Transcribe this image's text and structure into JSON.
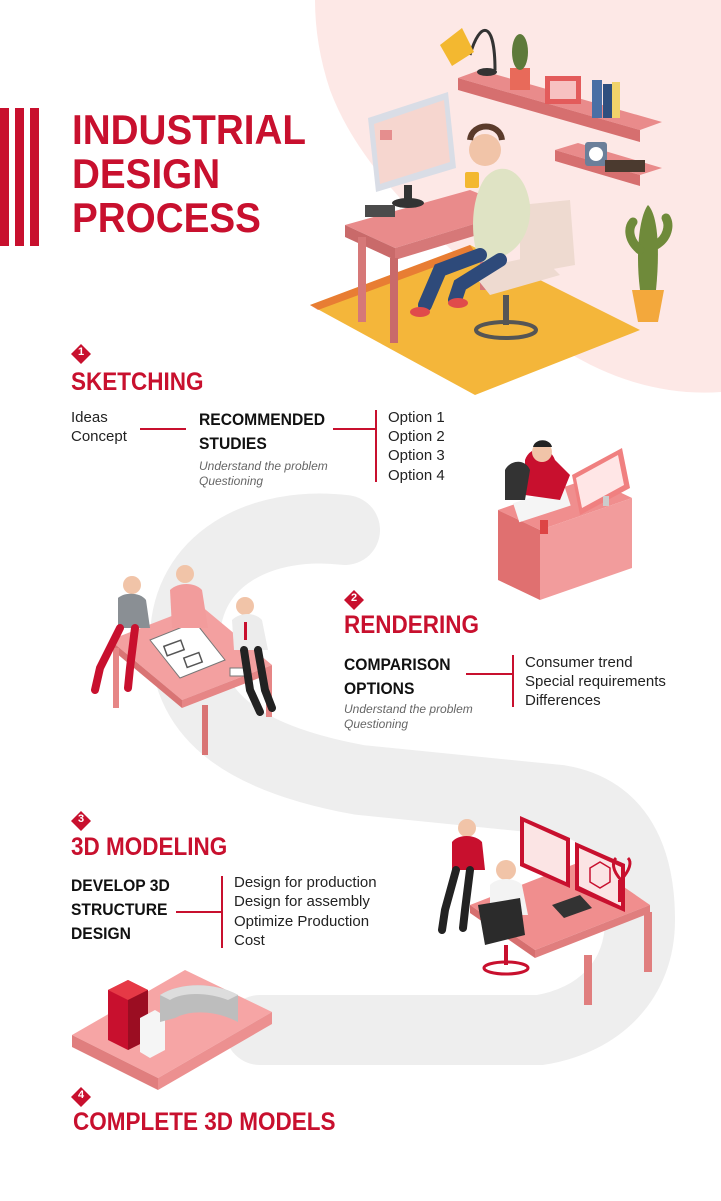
{
  "title": {
    "line1": "INDUSTRIAL",
    "line2": "DESIGN",
    "line3": "PROCESS"
  },
  "colors": {
    "accent": "#c8102e",
    "pink": "#f0a0a0",
    "path": "#efefef"
  },
  "steps": [
    {
      "number": "1",
      "title": "SKETCHING",
      "inputs": [
        "Ideas",
        "Concept"
      ],
      "heading": [
        "RECOMMENDED",
        "STUDIES"
      ],
      "notes": [
        "Understand the problem",
        "Questioning"
      ],
      "outputs": [
        "Option 1",
        "Option 2",
        "Option 3",
        "Option 4"
      ]
    },
    {
      "number": "2",
      "title": "RENDERING",
      "heading": [
        "COMPARISON",
        "OPTIONS"
      ],
      "notes": [
        "Understand the problem",
        "Questioning"
      ],
      "outputs": [
        "Consumer trend",
        "Special requirements",
        "Differences"
      ]
    },
    {
      "number": "3",
      "title": "3D MODELING",
      "heading": [
        "DEVELOP 3D",
        "STRUCTURE",
        "DESIGN"
      ],
      "outputs": [
        "Design for production",
        "Design for assembly",
        "Optimize Production",
        "Cost"
      ]
    },
    {
      "number": "4",
      "title": "COMPLETE 3D MODELS"
    }
  ]
}
